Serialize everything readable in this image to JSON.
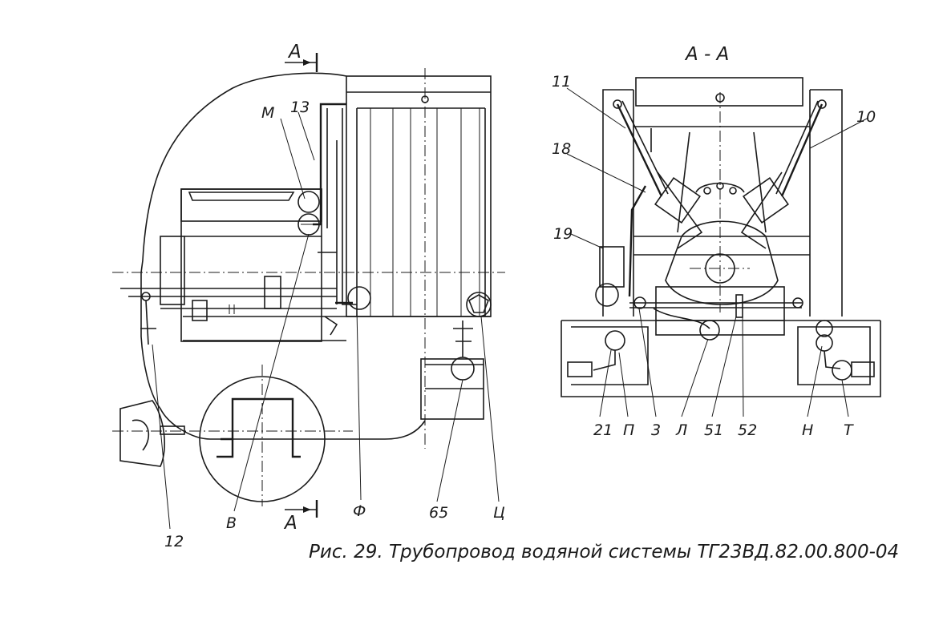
{
  "section": {
    "mark_top": "А",
    "mark_bottom": "А",
    "title": "А - А"
  },
  "labels_left": {
    "m": "М",
    "n13": "13",
    "n12": "12",
    "b": "В",
    "f": "Ф",
    "n65": "65",
    "ts": "Ц"
  },
  "labels_right": {
    "n11": "11",
    "n10": "10",
    "n18": "18",
    "n19": "19",
    "n21": "21",
    "p": "П",
    "n3": "3",
    "l": "Л",
    "n51": "51",
    "n52": "52",
    "h": "Н",
    "t": "Т"
  },
  "caption": "Рис. 29.  Трубопровод  водяной  системы  ТГ23ВД.82.00.800-04"
}
